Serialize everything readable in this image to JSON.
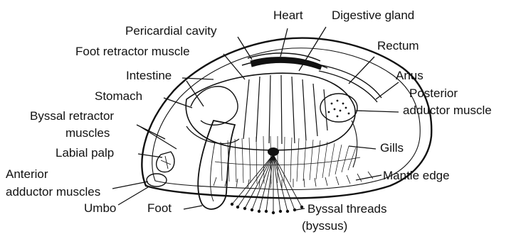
{
  "labels": {
    "heart": "Heart",
    "digestive_gland": "Digestive gland",
    "pericardial_cavity": "Pericardial cavity",
    "foot_retractor": "Foot retractor muscle",
    "rectum": "Rectum",
    "intestine": "Intestine",
    "anus": "Anus",
    "stomach": "Stomach",
    "posterior_adductor_1": "Posterior",
    "posterior_adductor_2": "adductor muscle",
    "byssal_retractor_1": "Byssal retractor",
    "byssal_retractor_2": "muscles",
    "gills": "Gills",
    "labial_palp": "Labial palp",
    "anterior_adductor_1": "Anterior",
    "anterior_adductor_2": "adductor muscles",
    "mantle_edge": "Mantle edge",
    "umbo": "Umbo",
    "foot": "Foot",
    "byssal_threads_1": "Byssal threads",
    "byssal_threads_2": "(byssus)"
  },
  "icons": [
    "mussel-anatomy-illustration"
  ]
}
